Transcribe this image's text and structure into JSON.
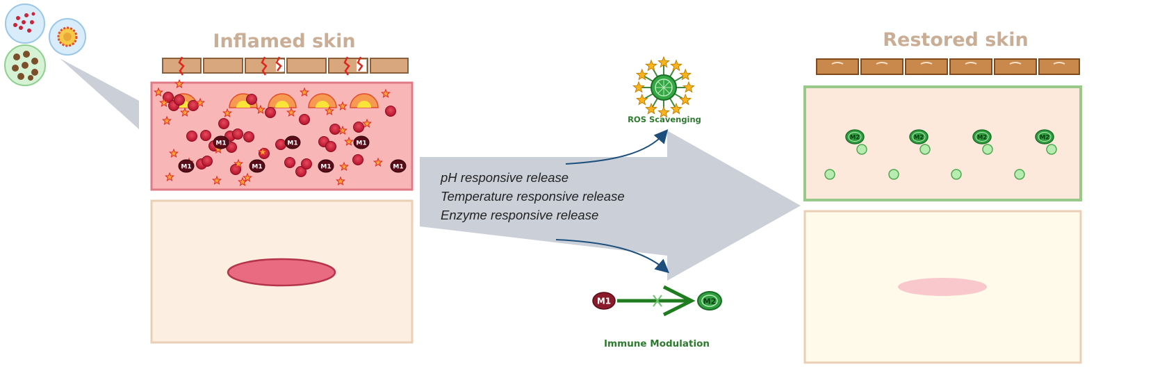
{
  "inflamed_title": "Inflamed skin",
  "restored_title": "Restored skin",
  "release_lines": [
    "pH responsive release",
    "Temperature responsive release",
    "Enzyme responsive release"
  ],
  "ros_label": "ROS Scavenging",
  "immune_label": "Immune Modulation",
  "m1_label": "M1",
  "m2_label": "M2",
  "colors": {
    "title": "#c9ad95",
    "inflamed_fill": "#f8b6b6",
    "inflamed_border": "#e07a88",
    "restored_fill": "#fde9dc",
    "restored_border": "#98c98a",
    "dermis_fill": "#fdeee2",
    "dermis_border": "#ebcfb4",
    "lesion": "#e96b82",
    "arrow": "#cbd0d8",
    "green_text": "#2d7a2f",
    "m1": "#8b1a2a",
    "m2": "#2e9e3e"
  }
}
